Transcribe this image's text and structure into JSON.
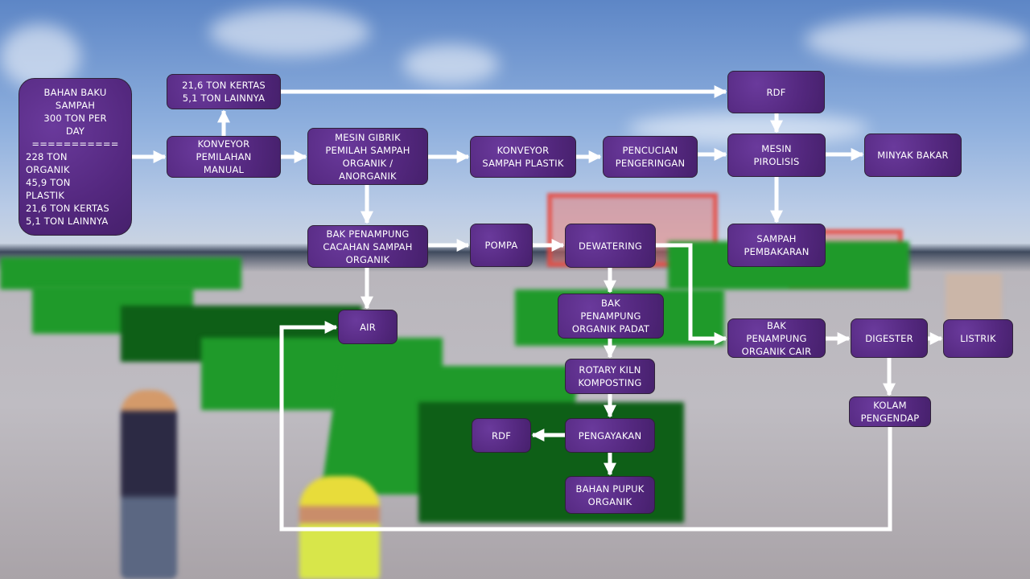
{
  "diagram": {
    "title": "Waste Processing Flow",
    "colors": {
      "box_fill": "#54287f",
      "box_border": "#2f2238",
      "arrow": "#ffffff",
      "text": "#ffffff"
    },
    "nodes": {
      "bahan_baku_header": "BAHAN BAKU\nSAMPAH\n300 TON PER\nDAY\n===========",
      "bahan_baku_detail": "228 TON\nORGANIK\n45,9 TON\nPLASTIK\n21,6 TON KERTAS\n5,1 TON LAINNYA",
      "kertas_lainnya": "21,6 TON KERTAS\n5,1 TON LAINNYA",
      "konveyor_manual": "KONVEYOR\nPEMILAHAN\nMANUAL",
      "mesin_gibrik": "MESIN GIBRIK\nPEMILAH SAMPAH\nORGANIK /\nANORGANIK",
      "konveyor_plastik": "KONVEYOR\nSAMPAH PLASTIK",
      "pencucian": "PENCUCIAN\nPENGERINGAN",
      "rdf_top": "RDF",
      "mesin_pirolisis": "MESIN\nPIROLISIS",
      "minyak_bakar": "MINYAK BAKAR",
      "sampah_pembakaran": "SAMPAH\nPEMBAKARAN",
      "bak_cacahan": "BAK PENAMPUNG\nCACAHAN SAMPAH\nORGANIK",
      "pompa": "POMPA",
      "dewatering": "DEWATERING",
      "air": "AIR",
      "bak_padat": "BAK\nPENAMPUNG\nORGANIK PADAT",
      "rotary_kiln": "ROTARY KILN\nKOMPOSTING",
      "pengayakan": "PENGAYAKAN",
      "rdf_bottom": "RDF",
      "bahan_pupuk": "BAHAN PUPUK\nORGANIK",
      "bak_cair": "BAK\nPENAMPUNG\nORGANIK CAIR",
      "digester": "DIGESTER",
      "listrik": "LISTRIK",
      "kolam": "KOLAM\nPENGENDAP"
    },
    "edges": [
      [
        "bahan_baku",
        "konveyor_manual"
      ],
      [
        "konveyor_manual",
        "kertas_lainnya"
      ],
      [
        "kertas_lainnya",
        "rdf_top"
      ],
      [
        "konveyor_manual",
        "mesin_gibrik"
      ],
      [
        "mesin_gibrik",
        "konveyor_plastik"
      ],
      [
        "konveyor_plastik",
        "pencucian"
      ],
      [
        "pencucian",
        "mesin_pirolisis"
      ],
      [
        "rdf_top",
        "mesin_pirolisis"
      ],
      [
        "mesin_pirolisis",
        "minyak_bakar"
      ],
      [
        "mesin_pirolisis",
        "sampah_pembakaran"
      ],
      [
        "mesin_gibrik",
        "bak_cacahan"
      ],
      [
        "bak_cacahan",
        "pompa"
      ],
      [
        "bak_cacahan",
        "air"
      ],
      [
        "pompa",
        "dewatering"
      ],
      [
        "dewatering",
        "bak_padat"
      ],
      [
        "dewatering",
        "bak_cair"
      ],
      [
        "bak_padat",
        "rotary_kiln"
      ],
      [
        "rotary_kiln",
        "pengayakan"
      ],
      [
        "pengayakan",
        "rdf_bottom"
      ],
      [
        "pengayakan",
        "bahan_pupuk"
      ],
      [
        "bak_cair",
        "digester"
      ],
      [
        "digester",
        "listrik"
      ],
      [
        "digester",
        "kolam"
      ],
      [
        "kolam",
        "air"
      ]
    ]
  }
}
